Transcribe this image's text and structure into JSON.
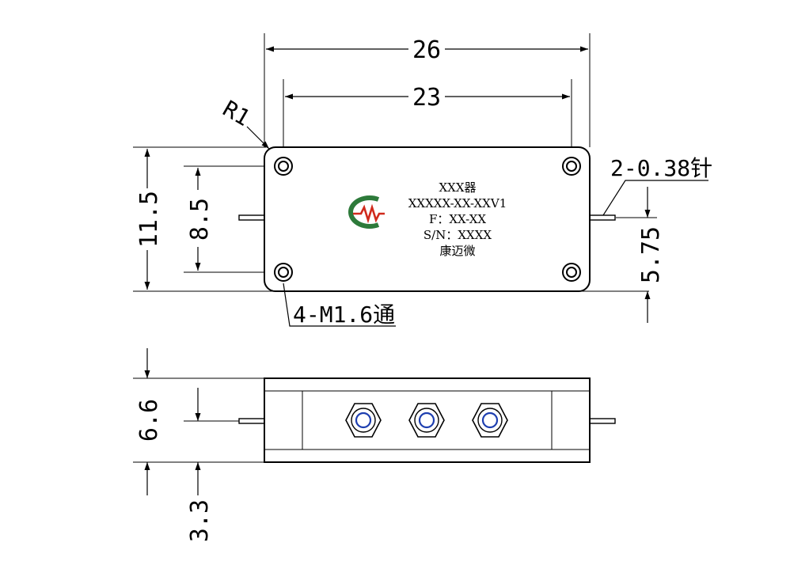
{
  "top_view": {
    "overall_width": "26",
    "hole_spacing_x": "23",
    "corner_radius": "R1",
    "overall_height": "11.5",
    "hole_spacing_y": "8.5",
    "pin_spec": "2-0.38针",
    "pin_offset": "5.75",
    "hole_spec": "4-M1.6通",
    "label": {
      "line1": "XXX器",
      "line2": "XXXXX-XX-XXV1",
      "line3": "F：XX-XX",
      "line4": "S/N：XXXX",
      "line5": "康迈微"
    }
  },
  "side_view": {
    "height": "6.6",
    "pin_height": "3.3",
    "connector_count": 3
  },
  "colors": {
    "logo_green": "#2d7a3a",
    "logo_red": "#d02a1c",
    "connector_blue": "#1e3fb0"
  }
}
